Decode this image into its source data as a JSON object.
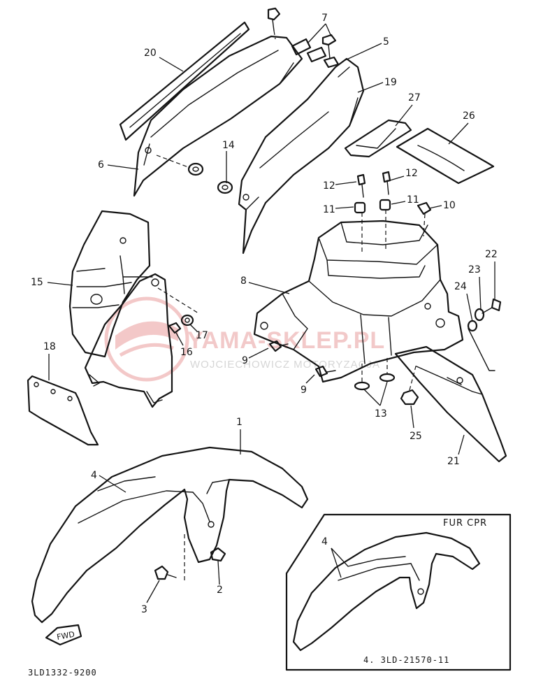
{
  "diagram": {
    "caption": "3LD1332-9200",
    "fwd_label": "FWD",
    "inset": {
      "title": "FUR CPR",
      "part_note": "4. 3LD-21570-11",
      "callout": "4"
    },
    "watermark": {
      "brand": "YAMA-SKLEP.PL",
      "sub": "WOJCIECHOWICZ MOTORYZACJA"
    },
    "callouts": [
      {
        "label": "1"
      },
      {
        "label": "2"
      },
      {
        "label": "3"
      },
      {
        "label": "4"
      },
      {
        "label": "5"
      },
      {
        "label": "6"
      },
      {
        "label": "7"
      },
      {
        "label": "8"
      },
      {
        "label": "9"
      },
      {
        "label": "9"
      },
      {
        "label": "10"
      },
      {
        "label": "11"
      },
      {
        "label": "11"
      },
      {
        "label": "12"
      },
      {
        "label": "12"
      },
      {
        "label": "13"
      },
      {
        "label": "14"
      },
      {
        "label": "15"
      },
      {
        "label": "16"
      },
      {
        "label": "17"
      },
      {
        "label": "18"
      },
      {
        "label": "19"
      },
      {
        "label": "20"
      },
      {
        "label": "21"
      },
      {
        "label": "22"
      },
      {
        "label": "23"
      },
      {
        "label": "24"
      },
      {
        "label": "25"
      },
      {
        "label": "26"
      },
      {
        "label": "27"
      }
    ]
  }
}
